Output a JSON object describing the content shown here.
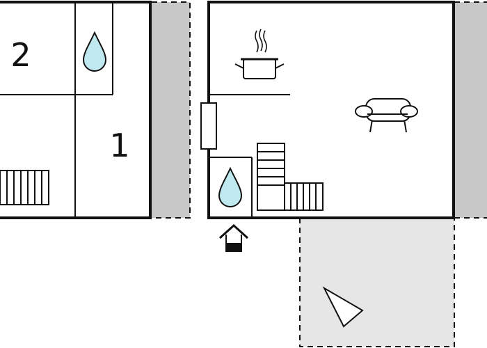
{
  "floor_plan": {
    "rooms": [
      {
        "id": "bedroom-2",
        "label": "2"
      },
      {
        "id": "bedroom-1",
        "label": "1"
      }
    ],
    "icons": [
      "water-drop-icon",
      "radiator-icon",
      "cooking-pot-icon",
      "sofa-icon",
      "staircase-icon",
      "house-entrance-icon",
      "compass-north-arrow-icon"
    ],
    "colors": {
      "wall": "#111111",
      "terrace_fill": "#c8c8c8",
      "patio_fill": "#e6e6e6",
      "water": "#bfe9ee",
      "background": "#ffffff"
    }
  }
}
